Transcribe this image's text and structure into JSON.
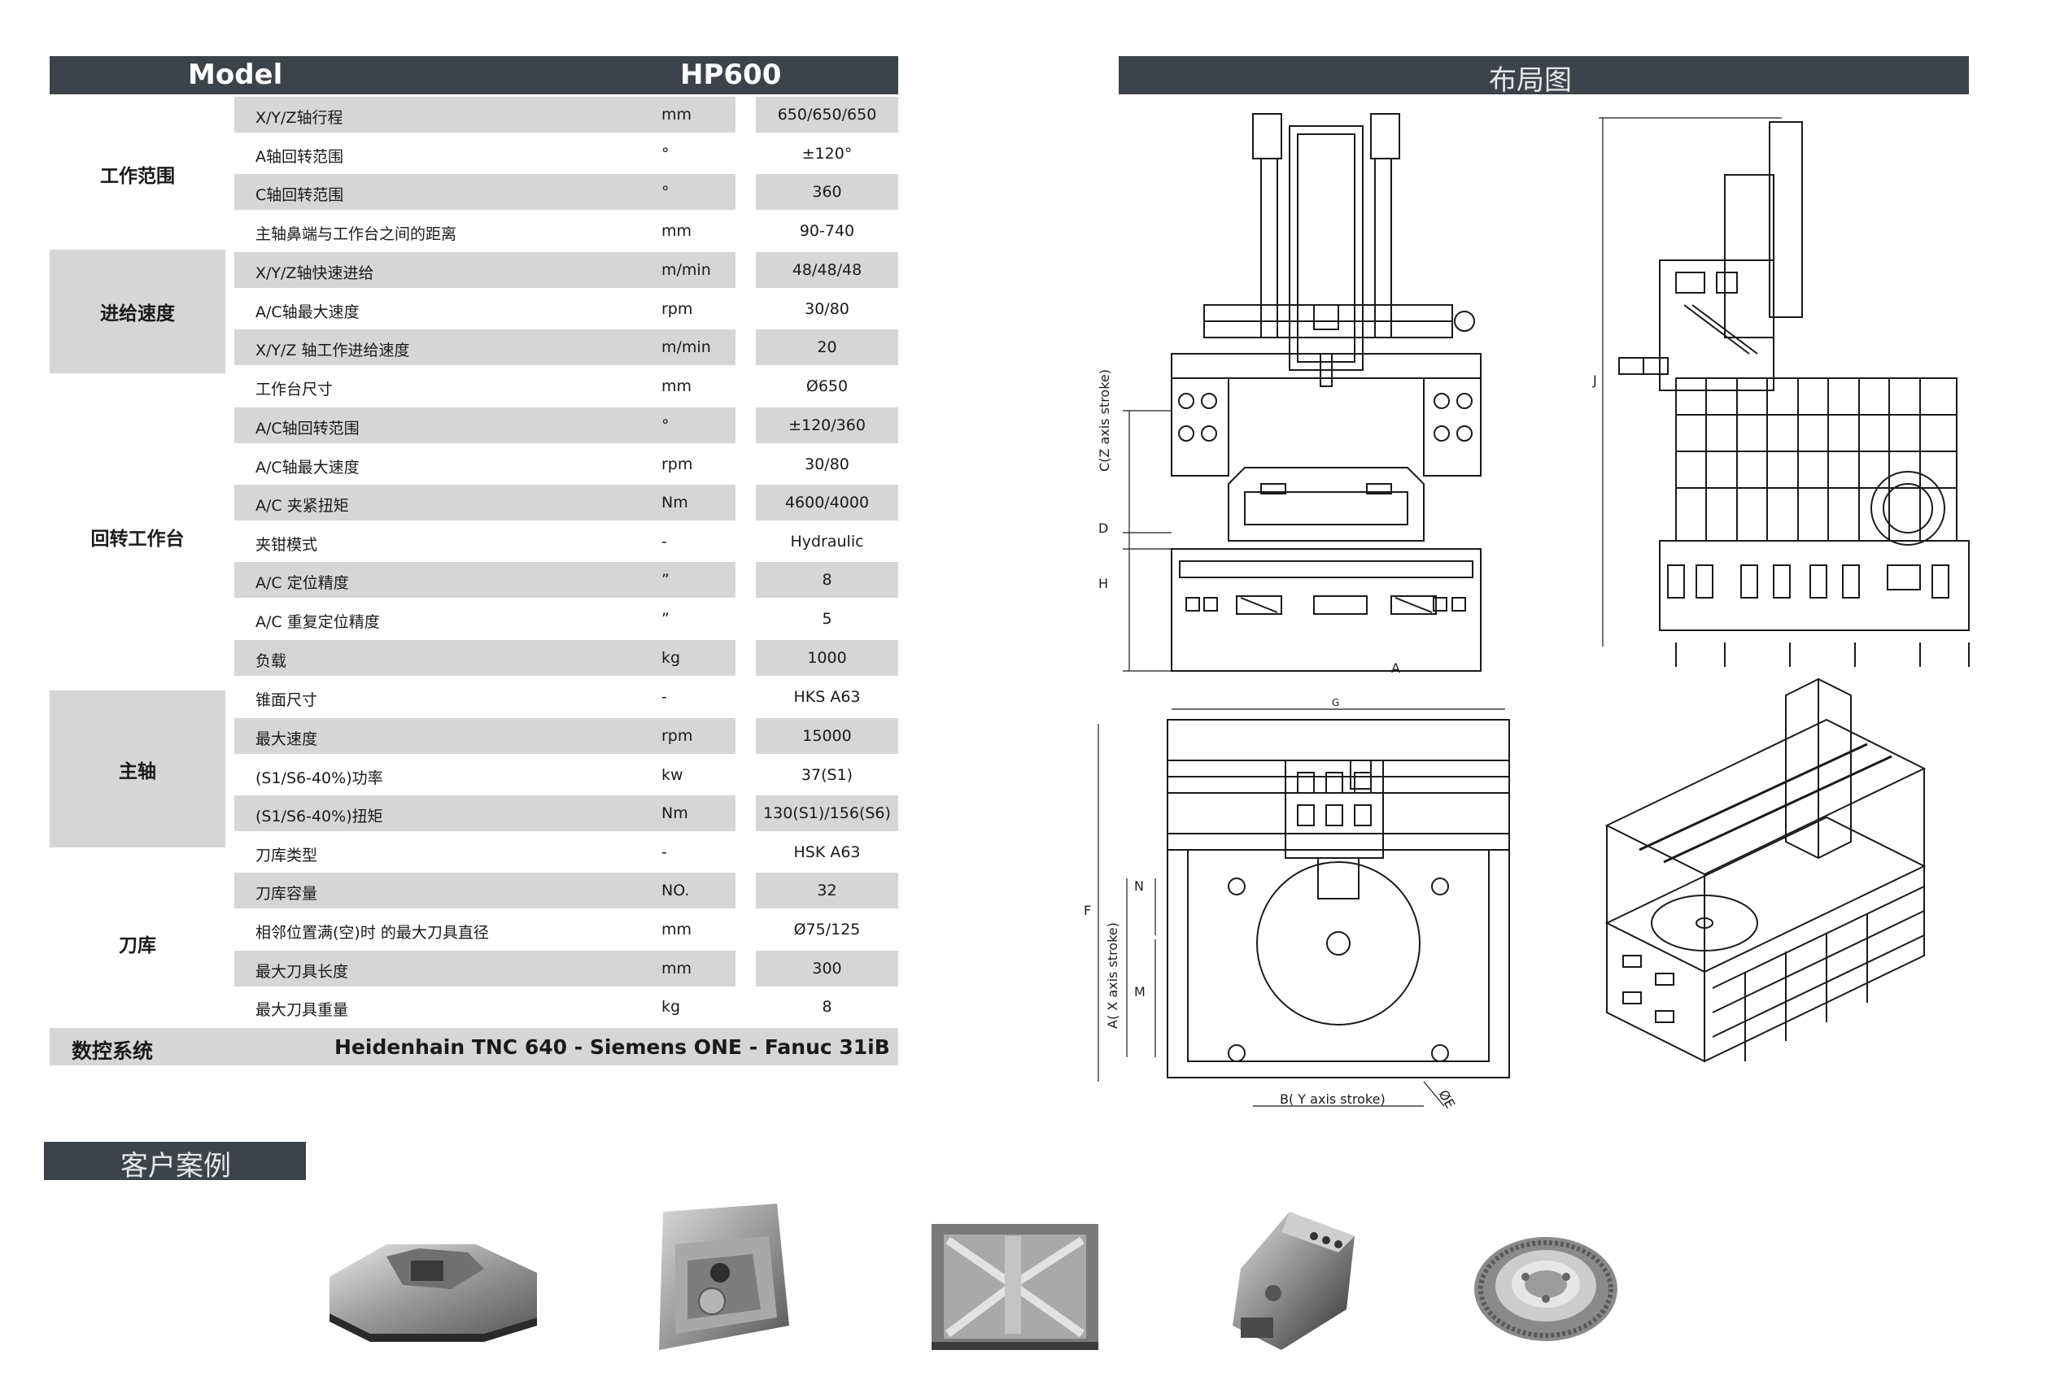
{
  "spec": {
    "header": {
      "model_label": "Model",
      "model_value": "HP600"
    },
    "groups": [
      {
        "label": "工作范围"
      },
      {
        "label": "进给速度"
      },
      {
        "label": "回转工作台"
      },
      {
        "label": "主轴"
      },
      {
        "label": "刀库"
      }
    ],
    "rows": [
      {
        "name": "X/Y/Z轴行程",
        "unit": "mm",
        "value": "650/650/650"
      },
      {
        "name": "A轴回转范围",
        "unit": "°",
        "value": "±120°"
      },
      {
        "name": "C轴回转范围",
        "unit": "°",
        "value": "360"
      },
      {
        "name": "主轴鼻端与工作台之间的距离",
        "unit": "mm",
        "value": "90-740"
      },
      {
        "name": "X/Y/Z轴快速进给",
        "unit": "m/min",
        "value": "48/48/48"
      },
      {
        "name": "A/C轴最大速度",
        "unit": "rpm",
        "value": "30/80"
      },
      {
        "name": "X/Y/Z 轴工作进给速度",
        "unit": "m/min",
        "value": "20"
      },
      {
        "name": "工作台尺寸",
        "unit": "mm",
        "value": "Ø650"
      },
      {
        "name": "A/C轴回转范围",
        "unit": "°",
        "value": "±120/360"
      },
      {
        "name": "A/C轴最大速度",
        "unit": "rpm",
        "value": "30/80"
      },
      {
        "name": "A/C 夹紧扭矩",
        "unit": "Nm",
        "value": "4600/4000"
      },
      {
        "name": "夹钳模式",
        "unit": "-",
        "value": "Hydraulic"
      },
      {
        "name": "A/C 定位精度",
        "unit": "”",
        "value": "8"
      },
      {
        "name": "A/C 重复定位精度",
        "unit": "”",
        "value": "5"
      },
      {
        "name": "负载",
        "unit": "kg",
        "value": "1000"
      },
      {
        "name": "锥面尺寸",
        "unit": "-",
        "value": "HKS A63"
      },
      {
        "name": "最大速度",
        "unit": "rpm",
        "value": "15000"
      },
      {
        "name": "(S1/S6-40%)功率",
        "unit": "kw",
        "value": "37(S1)"
      },
      {
        "name": "(S1/S6-40%)扭矩",
        "unit": "Nm",
        "value": "130(S1)/156(S6)"
      },
      {
        "name": "刀库类型",
        "unit": "-",
        "value": "HSK A63"
      },
      {
        "name": "刀库容量",
        "unit": "NO.",
        "value": "32"
      },
      {
        "name": "相邻位置满(空)时 的最大刀具直径",
        "unit": "mm",
        "value": "Ø75/125"
      },
      {
        "name": "最大刀具长度",
        "unit": "mm",
        "value": "300"
      },
      {
        "name": "最大刀具重量",
        "unit": "kg",
        "value": "8"
      }
    ],
    "cnc": {
      "label": "数控系统",
      "value": "Heidenhain TNC 640 - Siemens ONE - Fanuc 31iB"
    }
  },
  "layout_section": {
    "title": "布局图",
    "dims": {
      "c_z": "C(Z axis stroke)",
      "d": "D",
      "h": "H",
      "a_view": "A",
      "j": "J",
      "g": "G",
      "f": "F",
      "n": "N",
      "m": "M",
      "a_x": "A( X axis stroke)",
      "b_y": "B( Y axis stroke)",
      "e": "ØE"
    }
  },
  "cases_section": {
    "title": "客户案例"
  },
  "colors": {
    "dark_bar": "#3d434a",
    "shade": "#d6d6d6"
  }
}
